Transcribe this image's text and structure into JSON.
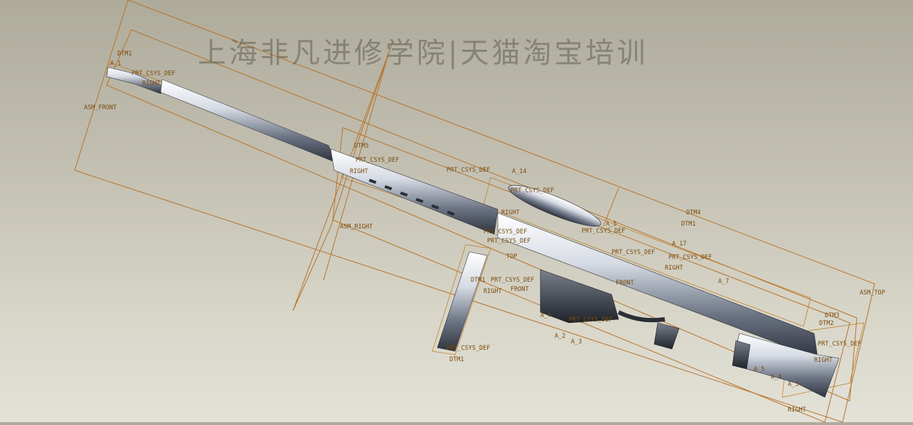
{
  "watermark": "上海非凡进修学院|天猫淘宝培训",
  "datum_labels": [
    {
      "key": "asm_front",
      "text": "ASM_FRONT"
    },
    {
      "key": "asm_right",
      "text": "ASM_RIGHT"
    },
    {
      "key": "asm_top",
      "text": "ASM_TOP"
    },
    {
      "key": "muzzle_dtm1",
      "text": "DTM1"
    },
    {
      "key": "muzzle_a",
      "text": "A_1"
    },
    {
      "key": "muzzle_csys",
      "text": "PRT_CSYS_DEF"
    },
    {
      "key": "muzzle_right",
      "text": "RIGHT"
    },
    {
      "key": "mid_dtm5",
      "text": "DTM5"
    },
    {
      "key": "mid_csys",
      "text": "PRT_CSYS_DEF"
    },
    {
      "key": "mid_right",
      "text": "RIGHT"
    },
    {
      "key": "scope_csys",
      "text": "PRT_CSYS_DEF"
    },
    {
      "key": "scope_a14",
      "text": "A_14"
    },
    {
      "key": "scope_csys2",
      "text": "PRT_CSYS_DEF"
    },
    {
      "key": "scope_right",
      "text": "RIGHT"
    },
    {
      "key": "dtm4",
      "text": "DTM4"
    },
    {
      "key": "dtm1b",
      "text": "DTM1"
    },
    {
      "key": "a5",
      "text": "A_5"
    },
    {
      "key": "rcv_csys1",
      "text": "PRT_CSYS_DEF"
    },
    {
      "key": "rcv_csys2",
      "text": "PRT_CSYS_DEF"
    },
    {
      "key": "rcv_csys3",
      "text": "PRT_CSYS_DEF"
    },
    {
      "key": "rcv_csys4",
      "text": "PRT_CSYS_DEF"
    },
    {
      "key": "rcv_top",
      "text": "TOP"
    },
    {
      "key": "a17",
      "text": "A_17"
    },
    {
      "key": "rcv_csys5",
      "text": "PRT_CSYS_DEF"
    },
    {
      "key": "rcv_right",
      "text": "RIGHT"
    },
    {
      "key": "mag_dtm",
      "text": "DTM1"
    },
    {
      "key": "mag_csys",
      "text": "PRT_CSYS_DEF"
    },
    {
      "key": "mag_right",
      "text": "RIGHT"
    },
    {
      "key": "mag_front",
      "text": "FRONT"
    },
    {
      "key": "front_mid",
      "text": "FRONT"
    },
    {
      "key": "trig_a4",
      "text": "A_4"
    },
    {
      "key": "trig_csys",
      "text": "PRT_CSYS_DEF"
    },
    {
      "key": "trig_a2",
      "text": "A_2"
    },
    {
      "key": "trig_a3",
      "text": "A_3"
    },
    {
      "key": "mag_bottom_csys",
      "text": "PRT_CSYS_DEF"
    },
    {
      "key": "mag_bottom_dtm",
      "text": "DTM1"
    },
    {
      "key": "a7",
      "text": "A_7"
    },
    {
      "key": "dtm3",
      "text": "DTM3"
    },
    {
      "key": "dtm2",
      "text": "DTM2"
    },
    {
      "key": "stock_csys",
      "text": "PRT_CSYS_DEF"
    },
    {
      "key": "stock_right",
      "text": "RIGHT"
    },
    {
      "key": "stock_a5",
      "text": "A_5"
    },
    {
      "key": "stock_a4",
      "text": "A_4"
    },
    {
      "key": "stock_a3",
      "text": "A_3"
    },
    {
      "key": "bottom_right",
      "text": "RIGHT"
    }
  ]
}
